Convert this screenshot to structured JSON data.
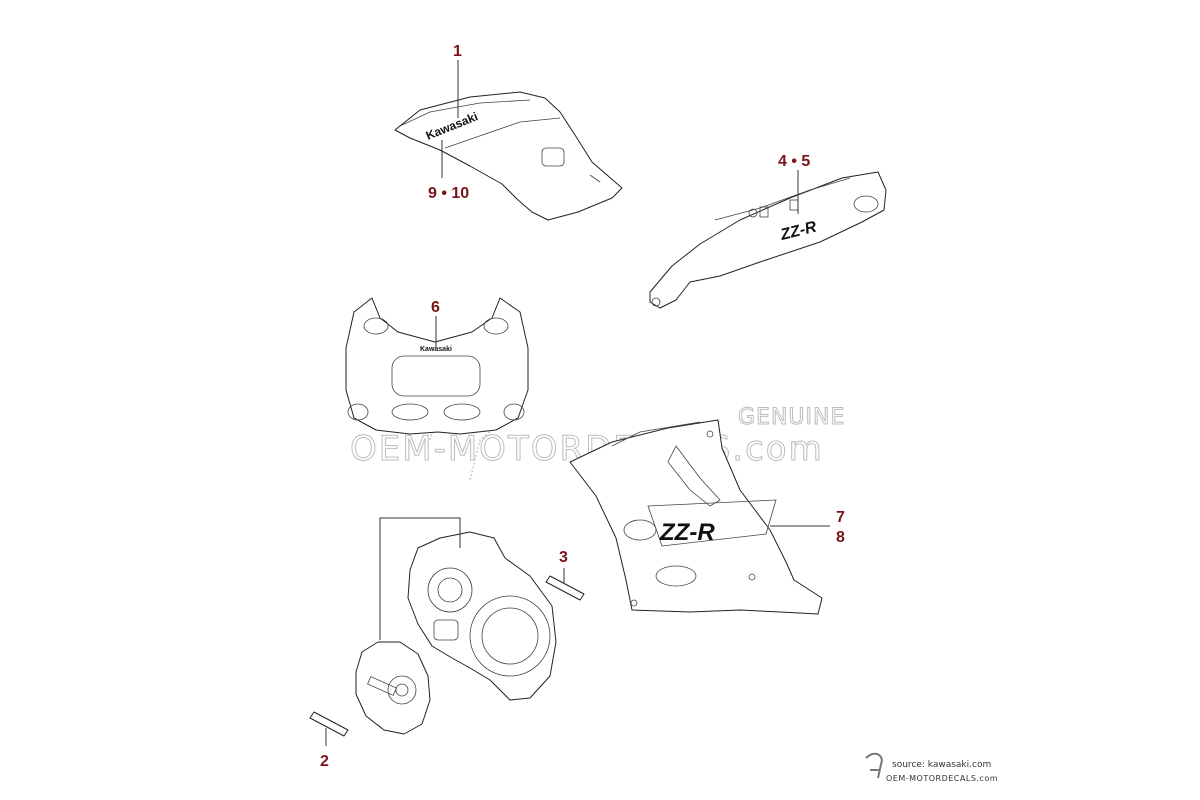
{
  "callouts": {
    "c1": "1",
    "c9_10": "9 • 10",
    "c4_5": "4 • 5",
    "c6": "6",
    "c3": "3",
    "c7": "7",
    "c8": "8",
    "c2": "2"
  },
  "decals": {
    "tank_logo": "Kawasaki",
    "cowl_logo": "Kawasaki",
    "tail_logo": "ZZ-R",
    "fairing_logo": "ZZ-R"
  },
  "watermark": {
    "genuine": "GENUINE",
    "site": "OEM-MOTORDECALS.com"
  },
  "credit": {
    "source": "source: kawasaki.com",
    "site": "OEM-MOTORDECALS.com"
  },
  "colors": {
    "callout": "#7a1418",
    "linework": "#222222",
    "watermark": "#bdbdbd"
  }
}
